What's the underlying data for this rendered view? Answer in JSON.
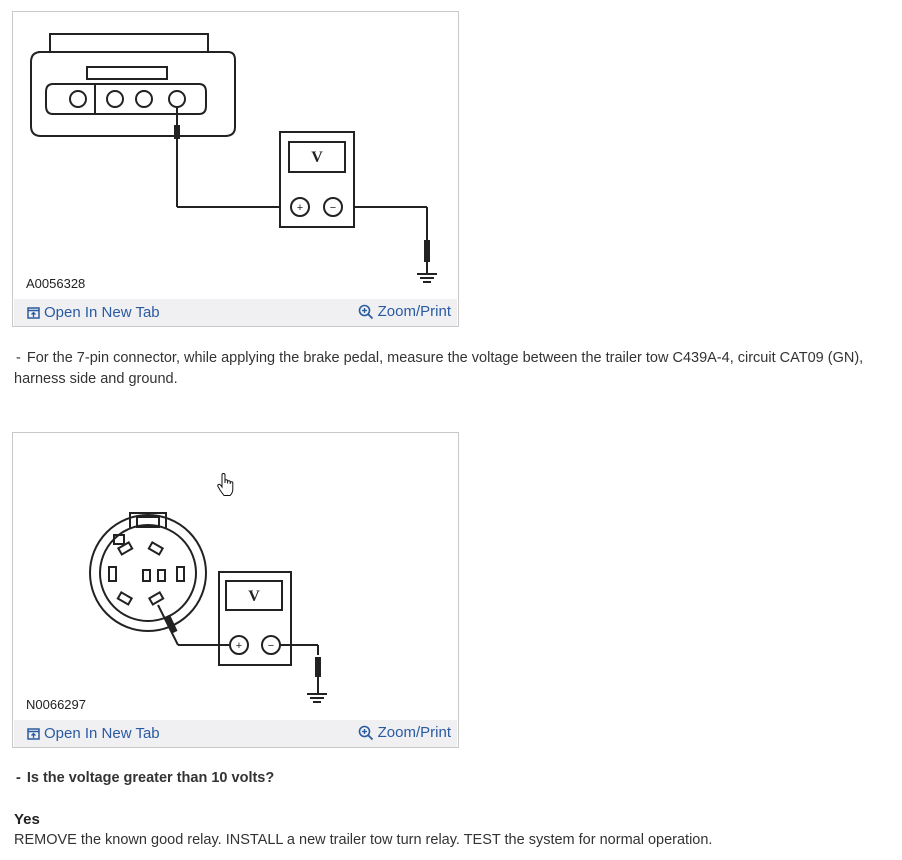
{
  "figures": [
    {
      "id_label": "A0056328",
      "meter_label": "V",
      "open_tab": "Open In New Tab",
      "zoom_print": "Zoom/Print"
    },
    {
      "id_label": "N0066297",
      "meter_label": "V",
      "open_tab": "Open In New Tab",
      "zoom_print": "Zoom/Print"
    }
  ],
  "steps": {
    "dash": "-",
    "step1": "For the 7-pin connector, while applying the brake pedal, measure the voltage between the trailer tow C439A-4, circuit CAT09 (GN), harness side and ground.",
    "step2": "Is the voltage greater than 10 volts?"
  },
  "answer": {
    "label": "Yes",
    "text": "REMOVE the known good relay. INSTALL a new trailer tow turn relay. TEST the system for normal operation."
  },
  "icons": {
    "open_tab": "open-new-tab-icon",
    "zoom": "zoom-in-icon",
    "cursor": "hand-pointer-cursor"
  },
  "colors": {
    "link": "#2a5aa0",
    "bar": "#f0f0f3",
    "border": "#c9c9c9"
  }
}
